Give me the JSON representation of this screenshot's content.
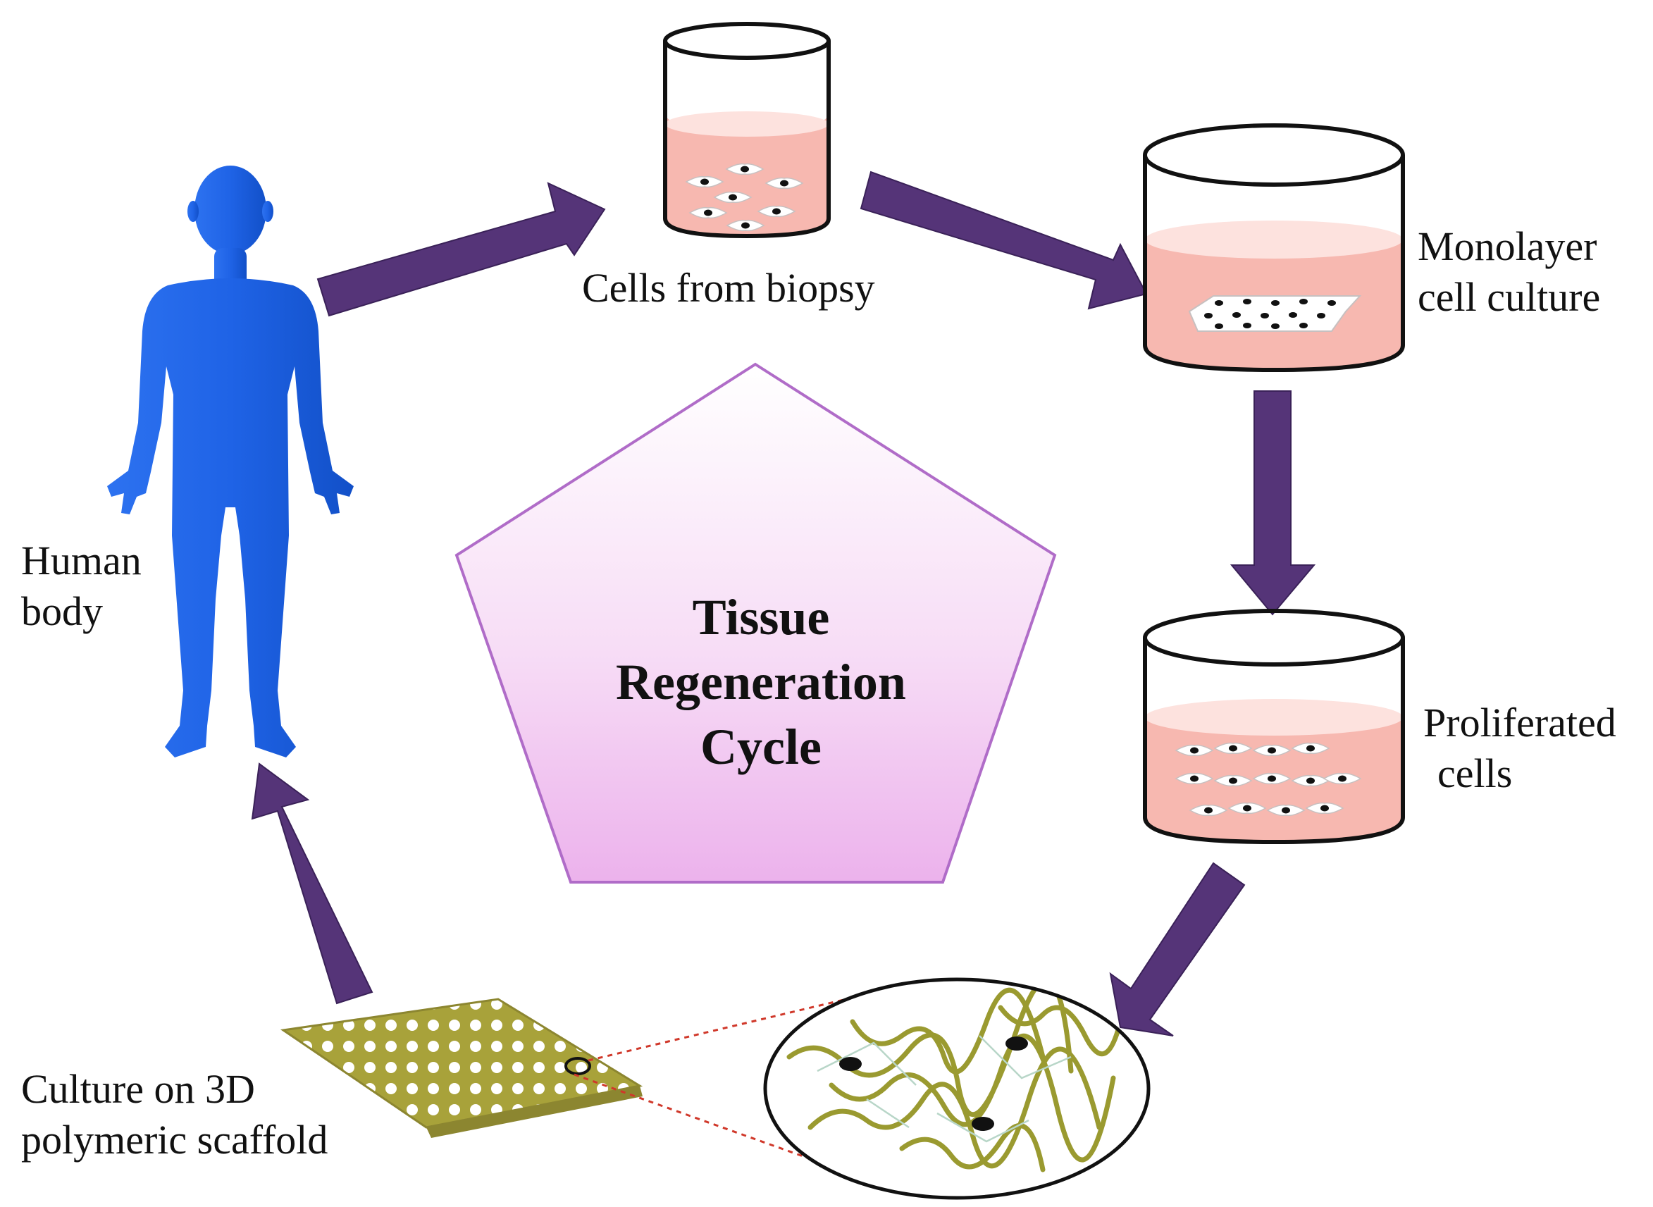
{
  "diagram": {
    "title_lines": [
      "Tissue",
      "Regeneration",
      "Cycle"
    ],
    "nodes": [
      {
        "id": "human-body",
        "label_lines": [
          "Human",
          "body"
        ]
      },
      {
        "id": "biopsy",
        "label_lines": [
          "Cells from biopsy"
        ]
      },
      {
        "id": "monolayer",
        "label_lines": [
          "Monolayer",
          "cell culture"
        ]
      },
      {
        "id": "proliferated",
        "label_lines": [
          "Proliferated",
          "cells"
        ]
      },
      {
        "id": "scaffold",
        "label_lines": [
          "Culture on 3D",
          "polymeric scaffold"
        ]
      }
    ],
    "edges": [
      {
        "from": "human-body",
        "to": "biopsy"
      },
      {
        "from": "biopsy",
        "to": "monolayer"
      },
      {
        "from": "monolayer",
        "to": "proliferated"
      },
      {
        "from": "proliferated",
        "to": "scaffold"
      },
      {
        "from": "scaffold",
        "to": "human-body"
      }
    ],
    "colors": {
      "arrow": "#553478",
      "human_figure": "#1f63e6",
      "culture_medium": "#f7b8b0",
      "pentagon_stroke": "#b06cc8",
      "scaffold": "#a8a23a"
    }
  }
}
